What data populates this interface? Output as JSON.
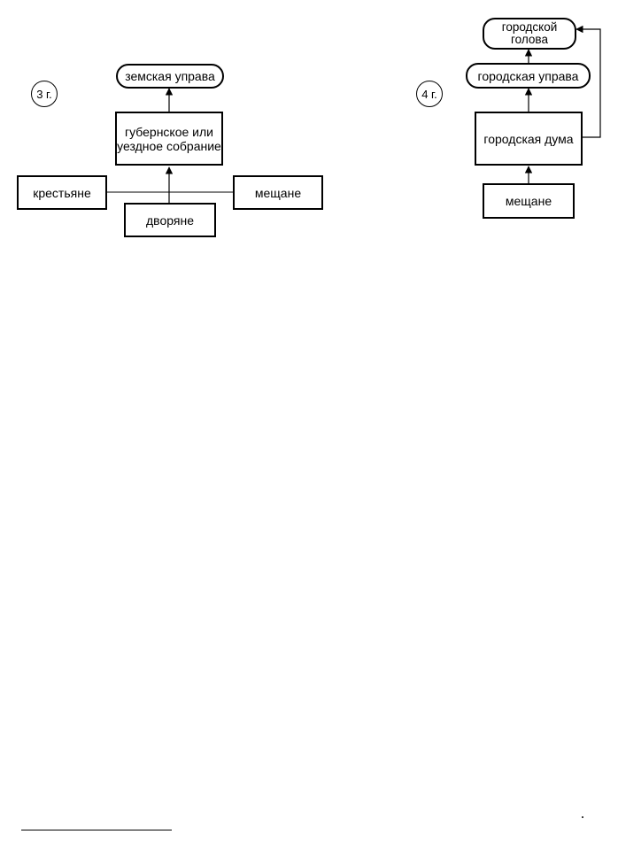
{
  "left": {
    "label": "3 г.",
    "top_node": "земская управа",
    "assembly": [
      "губернское или",
      "уездное собрание"
    ],
    "peasants": "крестьяне",
    "townspeople": "мещане",
    "nobles": "дворяне"
  },
  "right": {
    "label": "4 г.",
    "head": [
      "городской",
      "голова"
    ],
    "board": "городская управа",
    "duma": "городская дума",
    "townspeople": "мещане"
  }
}
